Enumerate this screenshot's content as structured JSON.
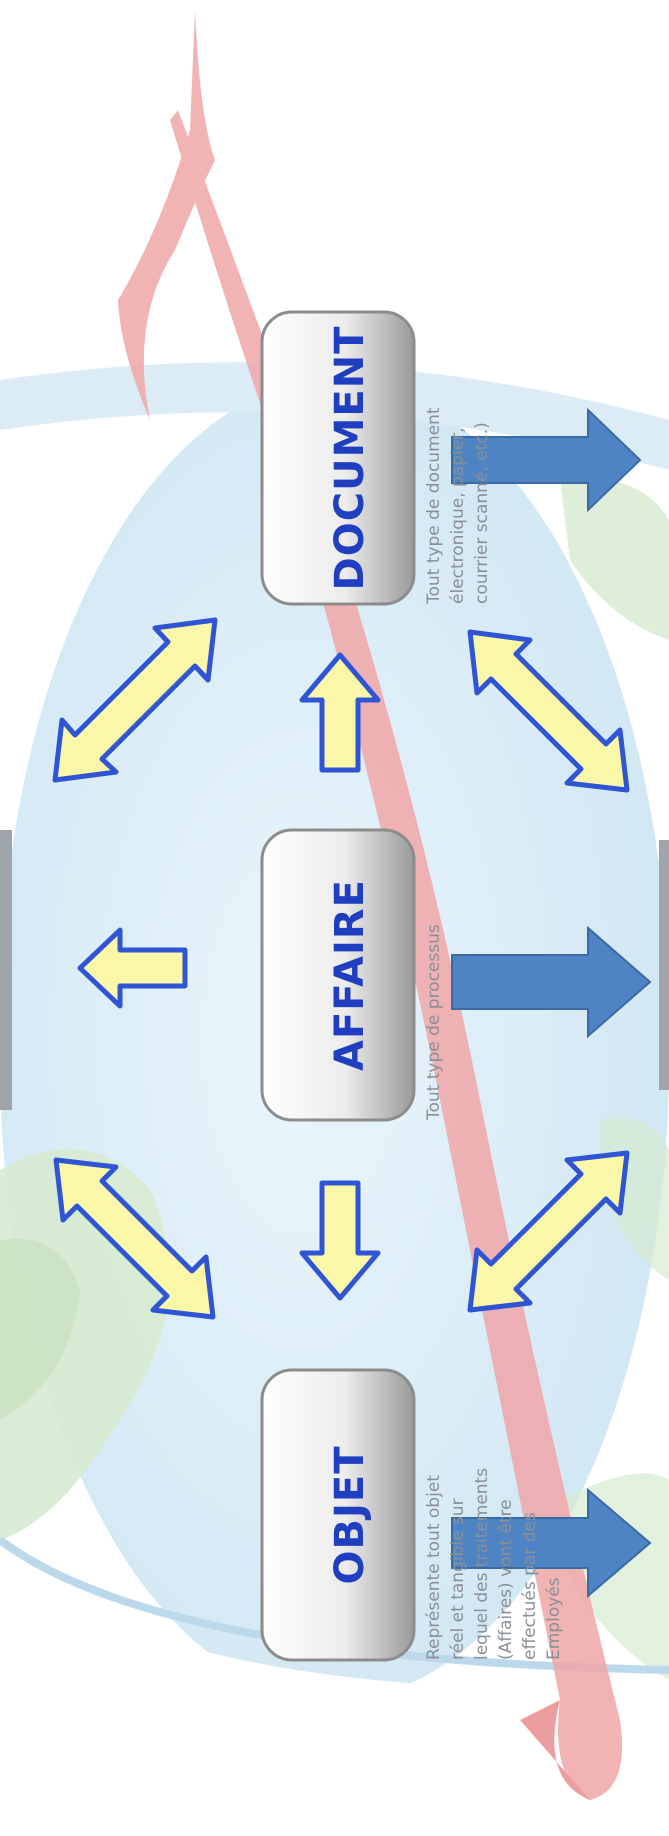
{
  "entities": [
    {
      "id": "document",
      "label": "DOCUMENT",
      "description": [
        "Tout type de document",
        "électronique, papier,",
        "courrier scanné, etc.)"
      ]
    },
    {
      "id": "affaire",
      "label": "AFFAIRE",
      "description": [
        "Tout type de processus"
      ]
    },
    {
      "id": "objet",
      "label": "OBJET",
      "description": [
        "Représente tout objet",
        "réel et tangible sur",
        "lequel des traitements",
        "(Affaires) vont être",
        "effectués par des",
        "Employés"
      ]
    }
  ],
  "colors": {
    "box_label": "#1f3fc0",
    "arrow_fill": "#fbf7a8",
    "arrow_stroke": "#2f55d4",
    "blue_arrow": "#4f84c4",
    "globe": "#d8ecf7",
    "swoosh": "#f0a6a8"
  }
}
